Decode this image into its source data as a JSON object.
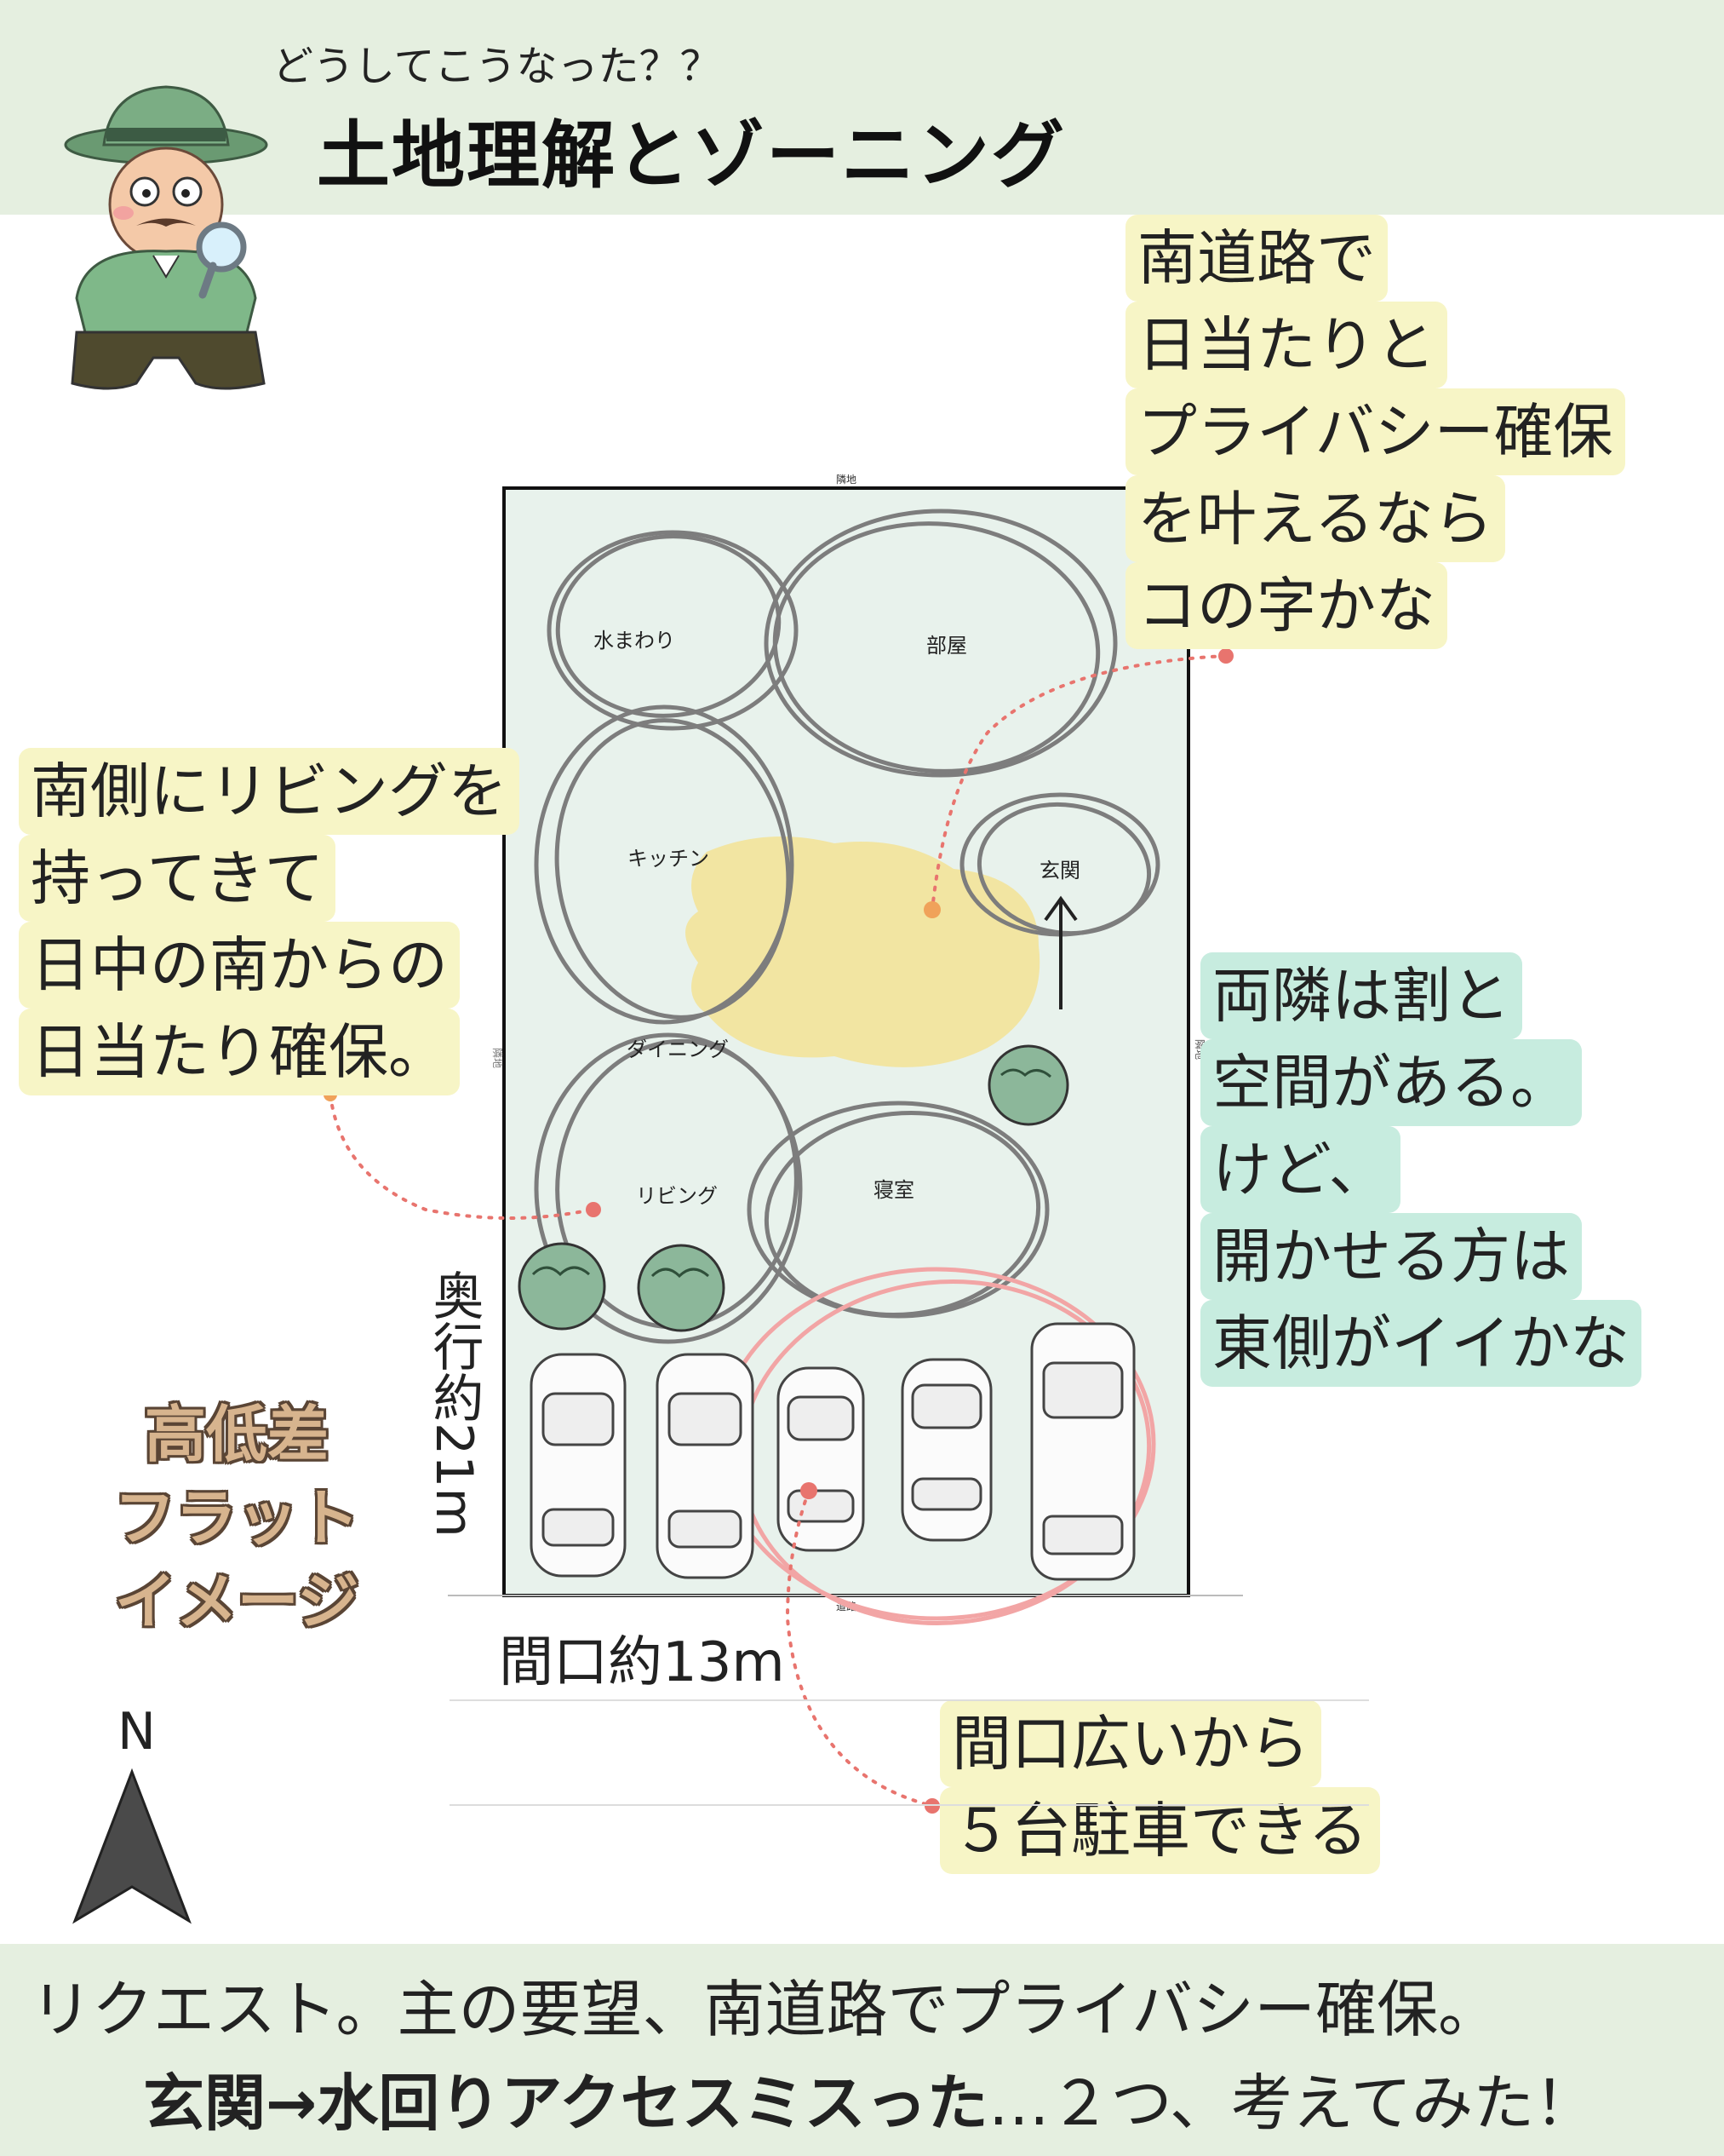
{
  "header": {
    "subtitle": "どうしてこうなった？？",
    "title": "土地理解とゾーニング"
  },
  "plan": {
    "labels": {
      "north_side": "隣地",
      "west_side": "隣地",
      "east_side": "隣地",
      "south_side": "道路"
    },
    "rooms": {
      "water": "水まわり",
      "room": "部屋",
      "kitchen": "キッチン",
      "entrance": "玄関",
      "dining": "ダイニング",
      "living": "リビング",
      "bedroom": "寝室"
    },
    "width": "間口約13m",
    "depth": "奥行約21m",
    "cars": 5,
    "trees": 3
  },
  "notes": {
    "south_road": [
      "南道路で",
      "日当たりと",
      "プライバシー確保",
      "を叶えるなら",
      "コの字かな"
    ],
    "living": [
      "南側にリビングを",
      "持ってきて",
      "日中の南からの",
      "日当たり確保。"
    ],
    "sides": [
      "両隣は割と",
      "空間がある。",
      "けど、",
      "開かせる方は",
      "東側がイイかな"
    ],
    "parking": [
      "間口広いから",
      "５台駐車できる"
    ]
  },
  "elevation": [
    "高低差",
    "フラット",
    "イメージ"
  ],
  "compass": {
    "label": "N"
  },
  "footer": {
    "line1": "リクエスト。主の要望、南道路でプライバシー確保。",
    "line2_bold": "玄関→水回りアクセスミスった",
    "line2_rest": "…２つ、考えてみた！"
  },
  "colors": {
    "band": "#e5efe0",
    "lot": "#e8f2ec",
    "note_yellow": "#f7f5c6",
    "note_teal": "#c7ecdf",
    "sun": "#f3e39a",
    "tree": "#8cb79a",
    "parking_circle": "#f2a5a5",
    "leader_dots": "#e8746e"
  },
  "icons": [
    "detective-illustration",
    "compass-arrow-icon",
    "car-icon",
    "tree-icon"
  ]
}
